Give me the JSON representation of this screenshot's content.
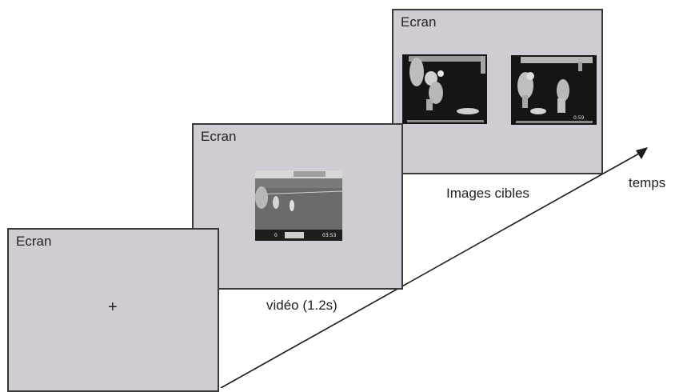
{
  "screens": [
    {
      "label": "Ecran",
      "symbol": "+"
    },
    {
      "label": "Ecran"
    },
    {
      "label": "Ecran"
    }
  ],
  "video_thumb": {
    "score_left": "0",
    "score_right": "03:53"
  },
  "target_thumb_2": {
    "score": "0:59"
  },
  "captions": {
    "video": "vidéo (1.2s)",
    "targets": "Images cibles",
    "time": "temps"
  },
  "colors": {
    "screen": "#d1ccd3",
    "border": "#3a3a3a",
    "arrow": "#1a1a1a"
  }
}
